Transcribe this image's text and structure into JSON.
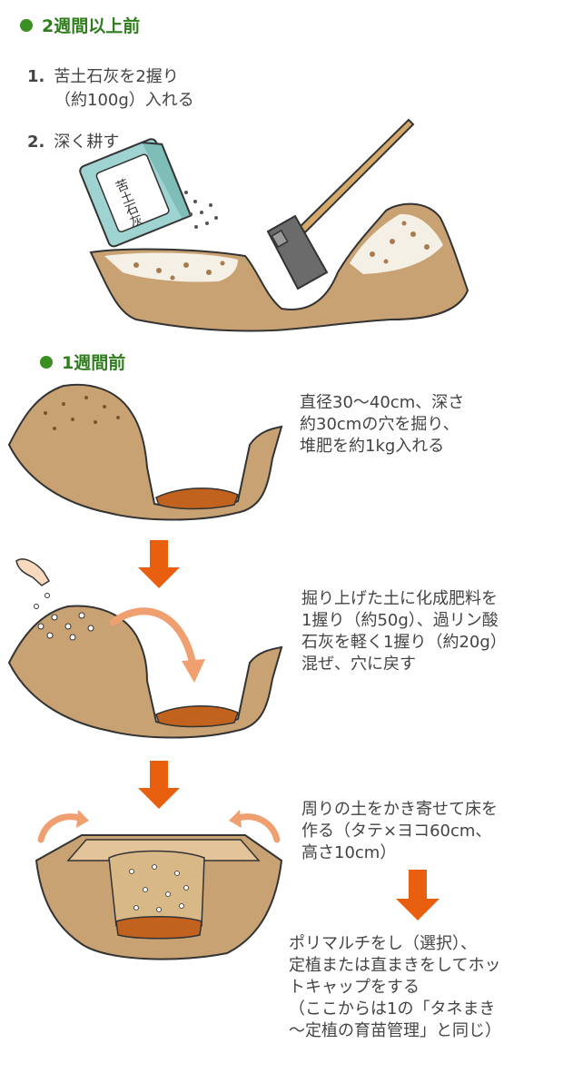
{
  "section1": {
    "heading": "2週間以上前",
    "step1_num": "1.",
    "step1_line1": "苦土石灰を2握り",
    "step1_line2": "（約100g）入れる",
    "step2_num": "2.",
    "step2_text": "深く耕す",
    "bag_label": "苦土石灰"
  },
  "section2": {
    "heading": "1週間前",
    "note1": [
      "直径30〜40cm、深さ",
      "約30cmの穴を掘り、",
      "堆肥を約1kg入れる"
    ],
    "note2": [
      "掘り上げた土に化成肥料を",
      "1握り（約50g）、過リン酸",
      "石灰を軽く1握り（約20g）",
      "混ぜ、穴に戻す"
    ],
    "note3": [
      "周りの土をかき寄せて床を",
      "作る（タテ×ヨコ60cm、",
      "高さ10cm）"
    ],
    "note4": [
      "ポリマルチをし（選択）、",
      "定植または直まきをしてホッ",
      "トキャップをする",
      "（ここからは1の「タネまき",
      "〜定植の育苗管理」と同じ）"
    ]
  },
  "colors": {
    "heading_green": "#2f7d1e",
    "dot_green": "#3a8f22",
    "soil": "#c9a273",
    "soil_dark": "#a67c4e",
    "compost": "#c2621f",
    "arrow_orange": "#e8600f",
    "arrow_light": "#f0a070",
    "bag_teal": "#9fd3d1"
  }
}
